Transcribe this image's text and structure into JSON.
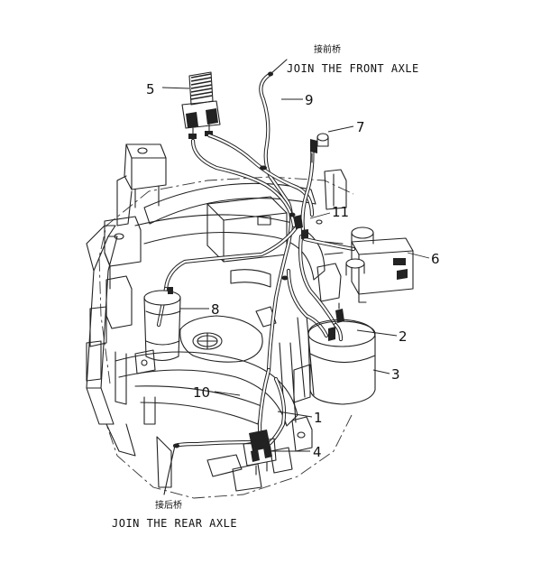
{
  "notes": {
    "front_axle_cn": "接前桥",
    "front_axle_en": "JOIN THE FRONT AXLE",
    "rear_axle_cn": "接后桥",
    "rear_axle_en": "JOIN THE REAR AXLE"
  },
  "callouts": [
    "1",
    "2",
    "3",
    "4",
    "5",
    "6",
    "7",
    "8",
    "9",
    "10",
    "11"
  ]
}
